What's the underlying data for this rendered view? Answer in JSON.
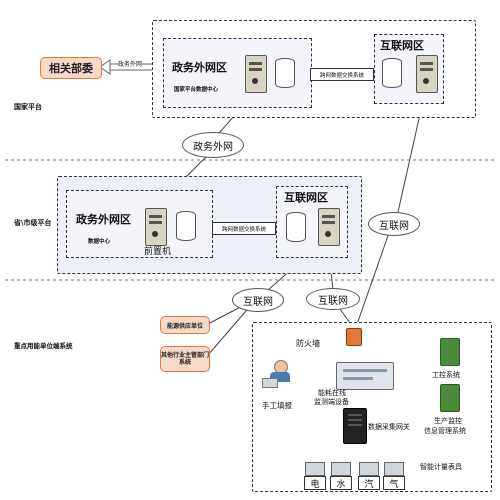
{
  "national": {
    "level_label": "国家平台",
    "related_dept": "相关部委",
    "gov_link_label": "政务外网",
    "gov_zone_title": "政务外网区",
    "data_center_label": "国家平台数据中心",
    "exchange_label": "跨网数据交换系统",
    "internet_zone_title": "互联网区"
  },
  "gov_net_ellipse": "政务外网",
  "provincial": {
    "level_label": "省\\市级平台",
    "gov_zone_title": "政务外网区",
    "data_center_label": "数据中心",
    "front_machine_label": "前置机",
    "exchange_label": "跨网数据交换系统",
    "internet_zone_title": "互联网区"
  },
  "internet_ellipses": [
    "互联网",
    "互联网",
    "互联网"
  ],
  "enterprise": {
    "level_label": "重点用能单位端系统",
    "supplier_label": "能源供应单位",
    "industry_label": "其他行业主管部门系统",
    "firewall_label": "防火墙",
    "monitor_label_1": "能耗在线",
    "monitor_label_2": "监测端设备",
    "manual_label": "手工填报",
    "gateway_label": "数据采集网关",
    "control_label": "工控系统",
    "prod_label_1": "生产监控",
    "prod_label_2": "信息管理系统",
    "meter_label": "智能计量表具",
    "meters": [
      "电",
      "水",
      "汽",
      "气"
    ]
  },
  "colors": {
    "zone_fill": "#eef0f8",
    "orange_fill": "#f7d9c7",
    "orange_border": "#e07a3c",
    "server_body": "#d9d4c2",
    "plc_green": "#4b8a3a"
  }
}
